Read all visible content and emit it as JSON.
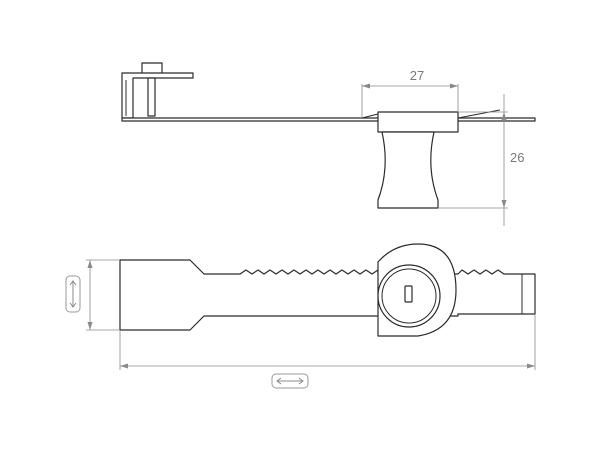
{
  "dimensions": {
    "width_label": "27",
    "height_label": "26"
  },
  "symbols": {
    "vertical_adjust_icon": "vertical-double-arrow",
    "horizontal_adjust_icon": "horizontal-double-arrow"
  },
  "colors": {
    "outline": "#2b2b2b",
    "dimension": "#8a8a8a",
    "background": "#ffffff"
  }
}
